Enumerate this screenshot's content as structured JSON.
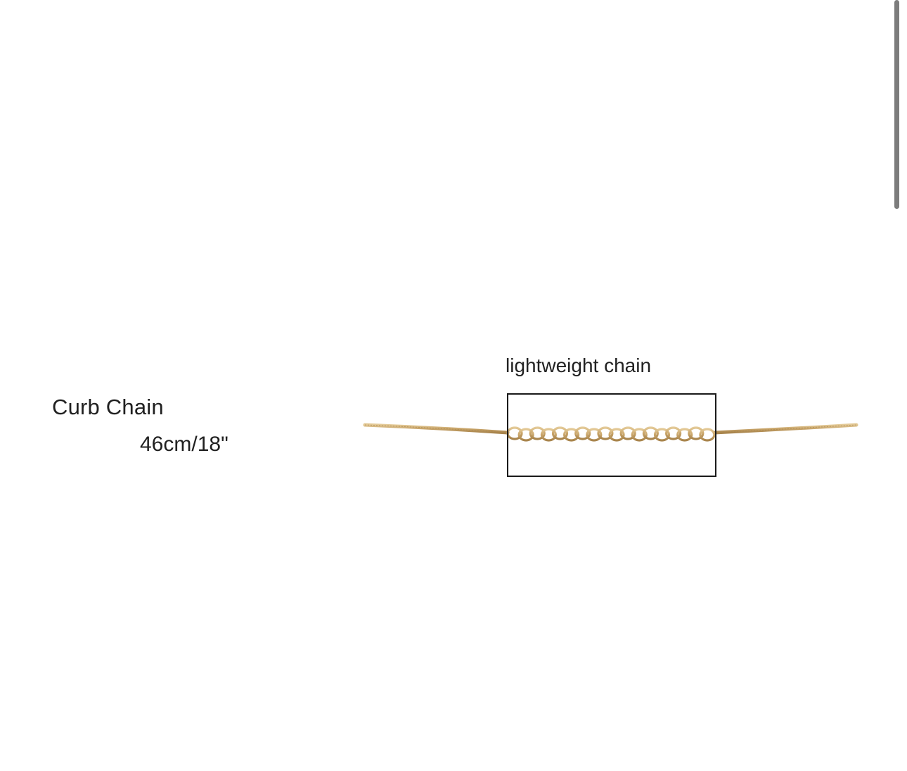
{
  "product": {
    "title": "Curb Chain",
    "length": "46cm/18\""
  },
  "callout": {
    "label": "lightweight chain"
  },
  "colors": {
    "background": "#ffffff",
    "chain_gold": "#d2b27a",
    "chain_gold_dark": "#b08a4a",
    "callout_border": "#1a1a1a",
    "text": "#202020",
    "scrollbar": "#7c7c7c"
  },
  "icons": {
    "scrollbar": "vertical-scrollbar-thumb"
  }
}
